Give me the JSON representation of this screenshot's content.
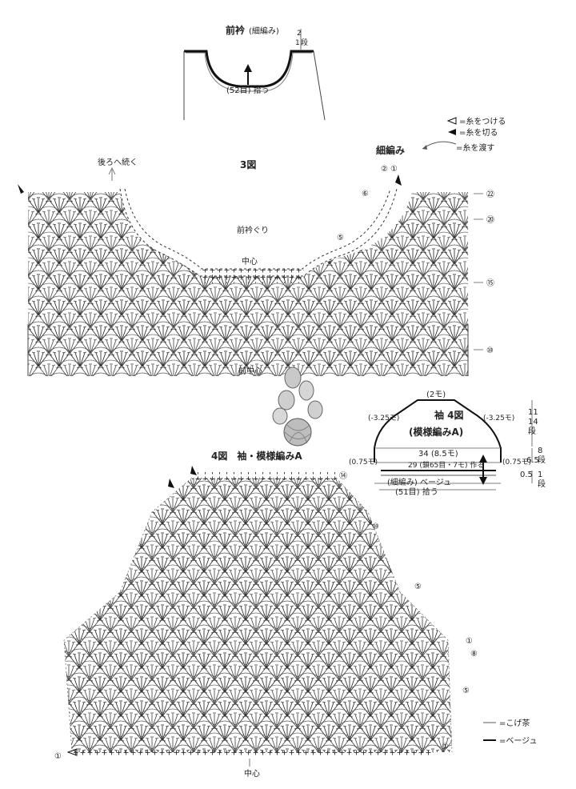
{
  "front_collar": {
    "title": "前衿",
    "method": "(細編み)",
    "rows_top": "2",
    "rows_unit": "段",
    "rows_bottom": "1",
    "stitches_label": "(52目) 拾う"
  },
  "legend_top": {
    "attach": "=糸をつける",
    "cut": "=糸を切る",
    "carry": "=糸を渡す"
  },
  "figure3": {
    "title": "3図",
    "back_continue": "後ろへ続く",
    "sc_label": "細編み",
    "neckline": "前衿ぐり",
    "center": "中心",
    "front_center": "前中心",
    "row_marks": [
      "②",
      "①",
      "⑥",
      "⑤",
      "㉒",
      "⑳",
      "⑮",
      "⑩"
    ]
  },
  "figure4_small": {
    "title": "袖 4図",
    "pattern": "(模様編みA)",
    "top": "(2モ)",
    "left_slope": "(-3.25モ)",
    "right_slope": "(-3.25モ)",
    "width": "34 (8.5モ)",
    "edge_left": "(0.75モ)",
    "edge_right": "(0.75モ)",
    "chain": "29 (鎖65目・7モ) 作る",
    "bottom_method": "(細編み) ベージュ",
    "bottom_count": "(51目) 拾う",
    "h_main_a": "11",
    "h_main_b": "14",
    "h_main_unit": "段",
    "h_mid_a": "8",
    "h_mid_b": "6.5",
    "h_mid_unit": "段",
    "h_low_a": "0.5",
    "h_low_b": "1",
    "h_low_unit": "段"
  },
  "figure4": {
    "title": "4図　袖・模様編みA",
    "center": "中心",
    "row_marks": [
      "⑭",
      "⑩",
      "⑤",
      "①",
      "⑧",
      "⑤",
      "①",
      "①"
    ]
  },
  "legend_bottom": {
    "kogecha": "=こげ茶",
    "beige": "=ベージュ",
    "kogecha_color": "#5a5a5a",
    "beige_color": "#111111"
  }
}
